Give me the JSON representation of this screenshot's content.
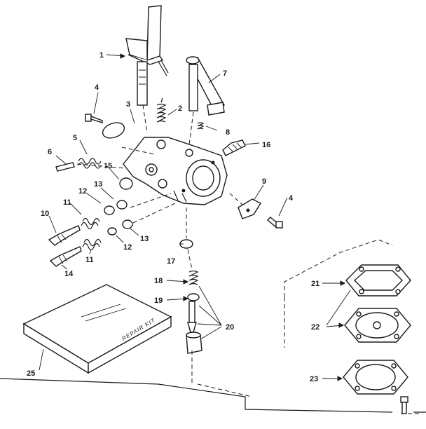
{
  "callouts": {
    "c1": "1",
    "c2": "2",
    "c3": "3",
    "c4a": "4",
    "c4b": "4",
    "c5": "5",
    "c6": "6",
    "c7": "7",
    "c8": "8",
    "c9": "9",
    "c10": "10",
    "c11a": "11",
    "c11b": "11",
    "c12a": "12",
    "c12b": "12",
    "c13a": "13",
    "c13b": "13",
    "c14": "14",
    "c15": "15",
    "c16": "16",
    "c17": "17",
    "c18": "18",
    "c19": "19",
    "c20": "20",
    "c21": "21",
    "c22": "22",
    "c23": "23",
    "c25": "25"
  },
  "kit_label": "REPAIR KIT",
  "colors": {
    "ink": "#1a1a1a",
    "paper": "#ffffff"
  }
}
